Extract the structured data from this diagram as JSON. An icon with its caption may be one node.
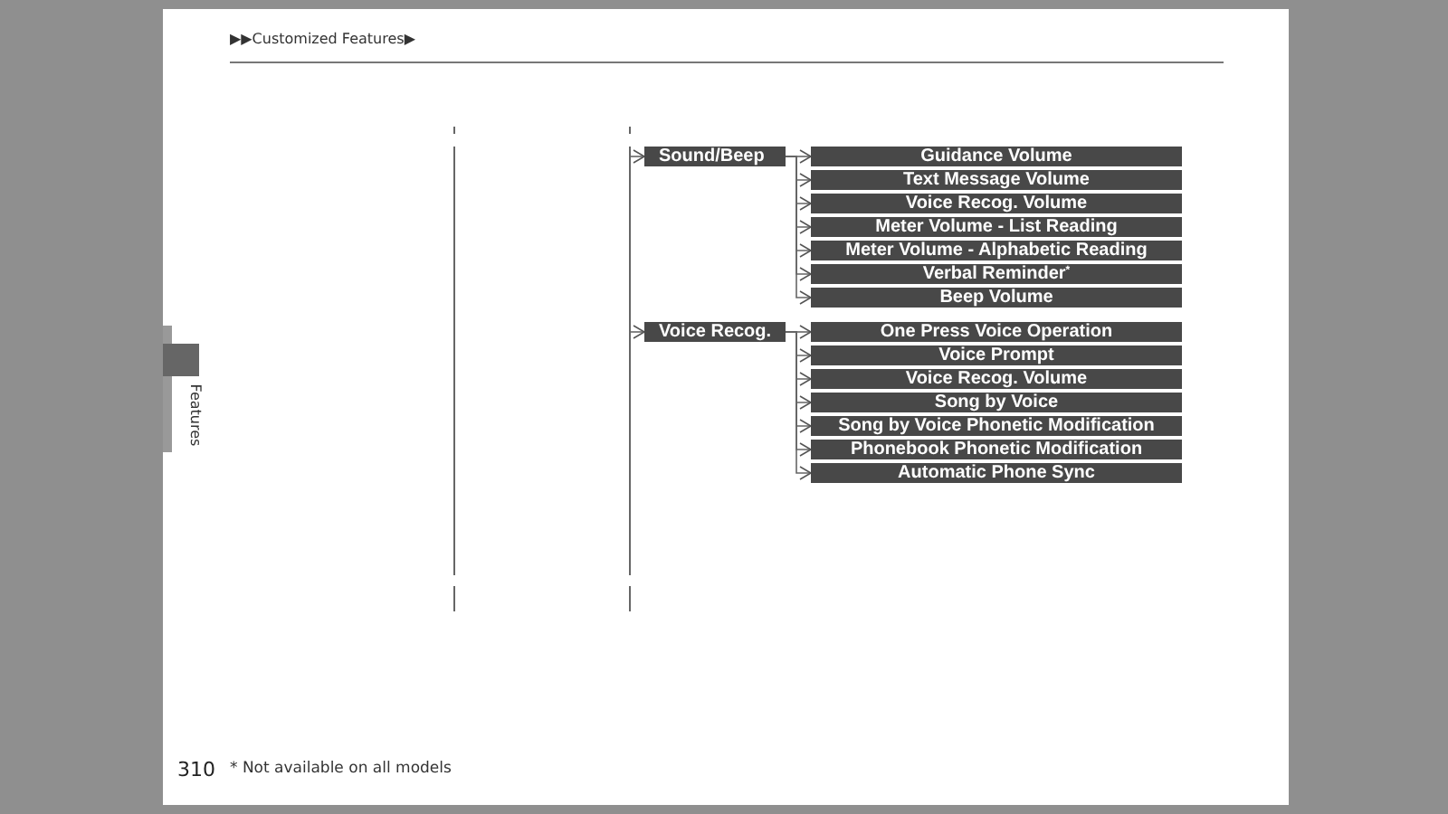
{
  "diagram": {
    "nodes": [
      {
        "text": [
          "Sound/Beep"
        ]
      },
      {
        "text": [
          "Guidance Volume"
        ]
      },
      {
        "text": [
          "Text Message Volume"
        ]
      },
      {
        "text": [
          "Voice Recog. Volume"
        ]
      },
      {
        "text": [
          "Meter Volume - List Reading"
        ]
      },
      {
        "text": [
          "Meter Volume - Alphabetic Reading"
        ]
      },
      {
        "text": [
          "Verbal Reminder$^{*}$"
        ]
      },
      {
        "text": [
          "Beep Volume"
        ]
      },
      {
        "text": [
          "Voice Recog."
        ]
      },
      {
        "text": [
          "One Press Voice Operation"
        ]
      },
      {
        "text": [
          "Voice Prompt"
        ]
      },
      {
        "text": [
          "Voice Recog. Volume"
        ]
      },
      {
        "text": [
          "Song by Voice"
        ]
      },
      {
        "text": [
          "Song by Voice Phonetic Modification"
        ]
      },
      {
        "text": [
          "Phonebook Phonetic Modification"
        ]
      },
      {
        "text": [
          "Automatic Phone Sync"
        ]
      }
    ],
    "edges": [
      {
        "from": null,
        "to": 0,
        "arrow": "to"
      },
      {
        "from": 0,
        "to": 1,
        "arrow": "to"
      },
      {
        "from": 0,
        "to": 2,
        "arrow": "to"
      },
      {
        "from": 0,
        "to": 3,
        "arrow": "to"
      },
      {
        "from": 0,
        "to": 4,
        "arrow": "to"
      },
      {
        "from": 0,
        "to": 5,
        "arrow": "to"
      },
      {
        "from": 0,
        "to": 6,
        "arrow": "to"
      },
      {
        "from": 0,
        "to": 7,
        "arrow": "to"
      },
      {
        "from": null,
        "to": 8,
        "arrow": "to"
      },
      {
        "from": 8,
        "to": 9,
        "arrow": "to"
      },
      {
        "from": 8,
        "to": 10,
        "arrow": "to"
      },
      {
        "from": 8,
        "to": 11,
        "arrow": "to"
      },
      {
        "from": 8,
        "to": 12,
        "arrow": "to"
      },
      {
        "from": 8,
        "to": 13,
        "arrow": "to"
      },
      {
        "from": 8,
        "to": 14,
        "arrow": "to"
      },
      {
        "from": 8,
        "to": 15,
        "arrow": "to"
      }
    ],
    "labels": [
      "▶▶Customized Features▶",
      "Features",
      "310",
      "* Not available on all models"
    ]
  }
}
